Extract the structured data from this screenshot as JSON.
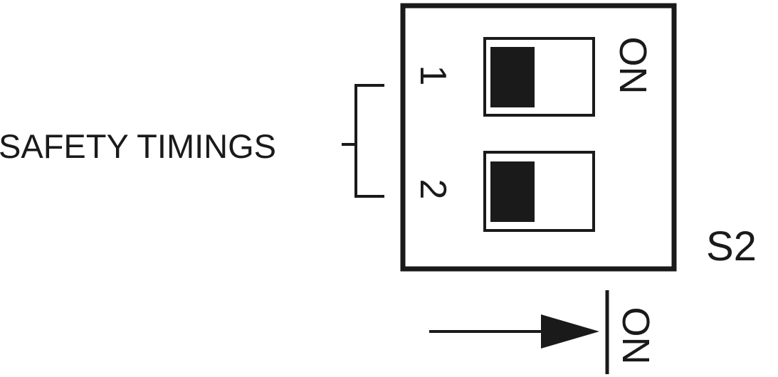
{
  "labels": {
    "group": "SAFETY TIMINGS",
    "switch_block": "S2",
    "on_top": "ON",
    "on_bottom": "ON"
  },
  "switches": [
    {
      "number": "1",
      "position": "OFF"
    },
    {
      "number": "2",
      "position": "OFF"
    }
  ],
  "colors": {
    "ink": "#1a1a1a",
    "background": "#ffffff"
  }
}
